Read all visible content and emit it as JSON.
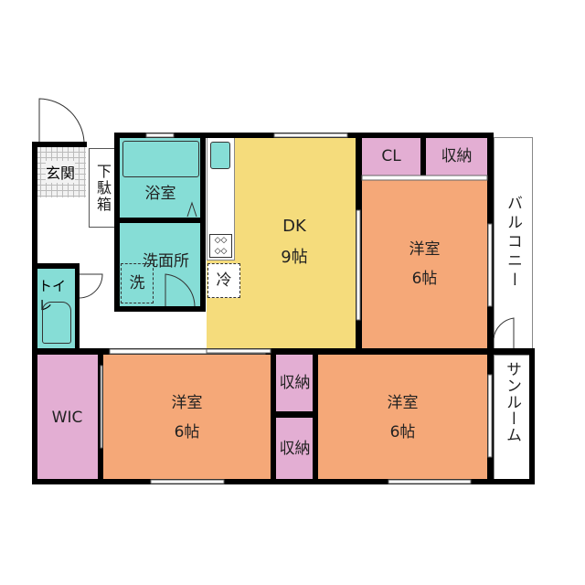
{
  "colors": {
    "wet_area": "#86DDD6",
    "dk": "#F5DC7C",
    "western_room": "#F5A878",
    "storage": "#E3AED3",
    "wall": "#000000"
  },
  "rooms": {
    "genkan": "玄関",
    "shoebox": "下駄箱",
    "bath": "浴室",
    "washroom": "洗面所",
    "washer": "洗",
    "fridge": "冷",
    "toilet": "トイレ",
    "dk": {
      "name": "DK",
      "size": "9帖"
    },
    "closet": "CL",
    "storage_top": "収納",
    "western_1": {
      "name": "洋室",
      "size": "6帖"
    },
    "balcony": "バルコニー",
    "wic": "WIC",
    "western_2": {
      "name": "洋室",
      "size": "6帖"
    },
    "storage_mid_1": "収納",
    "storage_mid_2": "収納",
    "western_3": {
      "name": "洋室",
      "size": "6帖"
    },
    "sunroom": "サンルーム"
  }
}
